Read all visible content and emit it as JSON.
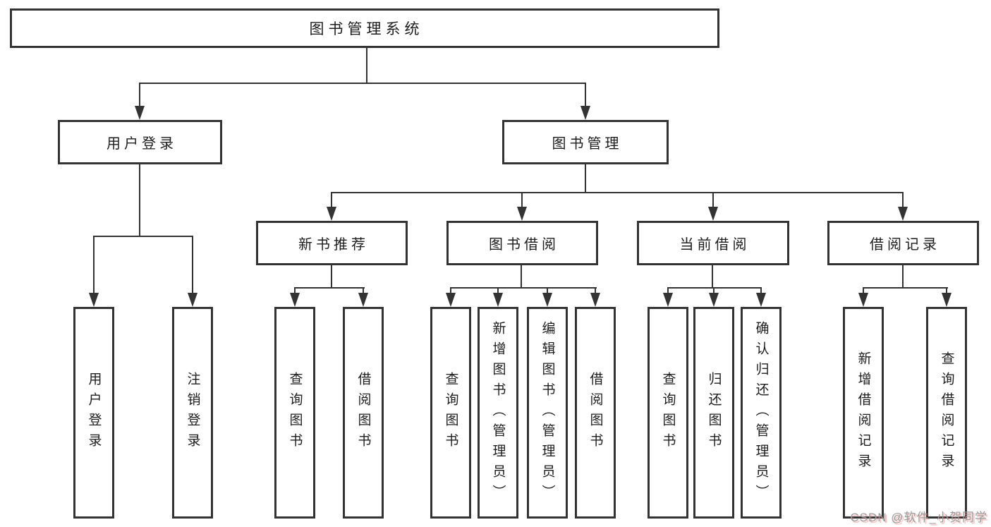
{
  "diagram": {
    "type": "hierarchy-tree",
    "orientation": "top-down",
    "colors": {
      "background": "#ffffff",
      "line": "#333333",
      "box_border": "#333333",
      "box_fill": "#ffffff",
      "text": "#1d1d1d",
      "watermark_text": "#9b9b9b",
      "watermark_shadow": "#e05a5a"
    }
  },
  "tree": {
    "label": "图书管理系统",
    "children": [
      {
        "label": "用户登录",
        "children": [
          {
            "label": "用户登录"
          },
          {
            "label": "注销登录"
          }
        ]
      },
      {
        "label": "图书管理",
        "children": [
          {
            "label": "新书推荐",
            "children": [
              {
                "label": "查询图书"
              },
              {
                "label": "借阅图书"
              }
            ]
          },
          {
            "label": "图书借阅",
            "children": [
              {
                "label": "查询图书"
              },
              {
                "label": "新增图书（管理员）"
              },
              {
                "label": "编辑图书（管理员）"
              },
              {
                "label": "借阅图书"
              }
            ]
          },
          {
            "label": "当前借阅",
            "children": [
              {
                "label": "查询图书"
              },
              {
                "label": "归还图书"
              },
              {
                "label": "确认归还（管理员）"
              }
            ]
          },
          {
            "label": "借阅记录",
            "children": [
              {
                "label": "新增借阅记录"
              },
              {
                "label": "查询借阅记录"
              }
            ]
          }
        ]
      }
    ]
  },
  "watermark": "CSDN @软件_小贺同学"
}
